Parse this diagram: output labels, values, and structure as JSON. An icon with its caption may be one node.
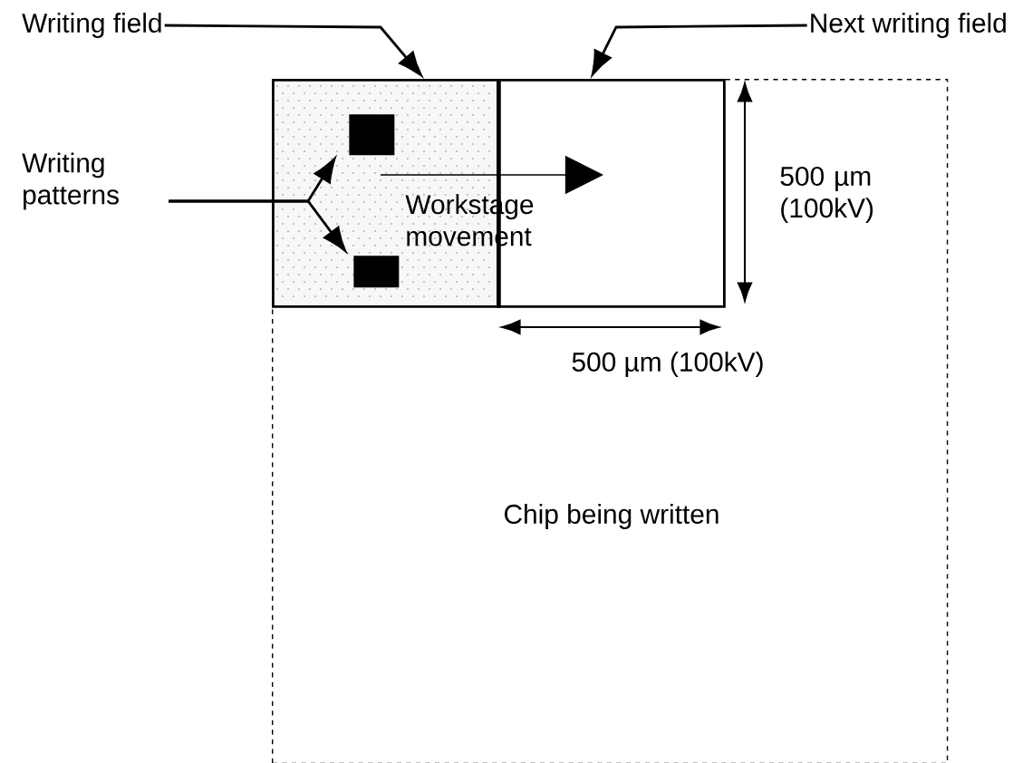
{
  "diagram": {
    "nodes": [
      {
        "text": [
          "Writing field"
        ]
      },
      {
        "text": [
          "Next writing field"
        ]
      },
      {
        "text": [
          "Chip being written"
        ]
      },
      {
        "text": [],
        "shape": "box",
        "in": 2
      },
      {
        "text": [],
        "shape": "box",
        "in": 2
      },
      {
        "text": [
          "Writing patterns"
        ]
      },
      {
        "text": [],
        "shape": "box",
        "in": 3
      },
      {
        "text": [],
        "shape": "box",
        "in": 3
      }
    ],
    "edges": [
      {
        "from": 0,
        "to": 3,
        "arrow": "to"
      },
      {
        "from": 1,
        "to": 4,
        "arrow": "to"
      },
      {
        "from": 5,
        "to": 6,
        "arrow": "to"
      },
      {
        "from": 5,
        "to": 7,
        "arrow": "to"
      }
    ],
    "labels": [
      "Workstage movement",
      "500 µm (100kV)",
      "500 µm (100kV)"
    ]
  }
}
